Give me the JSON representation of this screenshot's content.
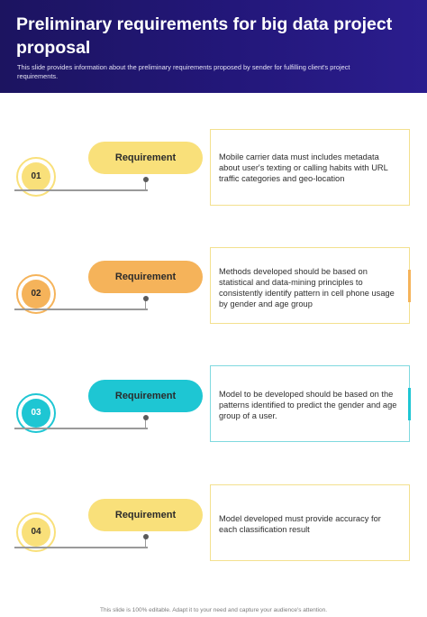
{
  "header": {
    "title": "Preliminary requirements for big data project proposal",
    "subtitle": "This slide provides information about the preliminary requirements proposed by sender for fulfilling client's project requirements."
  },
  "items": [
    {
      "number": "01",
      "label": "Requirement",
      "text": "Mobile carrier data must includes metadata about user's texting or calling habits with URL traffic categories and geo-location",
      "color": "#f9e07a"
    },
    {
      "number": "02",
      "label": "Requirement",
      "text": "Methods developed should be based on statistical and data-mining principles to consistently identify pattern in cell phone usage by gender and age group",
      "color": "#f5b35a"
    },
    {
      "number": "03",
      "label": "Requirement",
      "text": "Model to be developed should be based on the patterns identified to predict the gender and age group of a user.",
      "color": "#1ec6d3"
    },
    {
      "number": "04",
      "label": "Requirement",
      "text": "Model developed must provide accuracy for each classification result",
      "color": "#f9e07a"
    }
  ],
  "footer": "This slide is 100% editable. Adapt it to your need and capture your audience's attention."
}
